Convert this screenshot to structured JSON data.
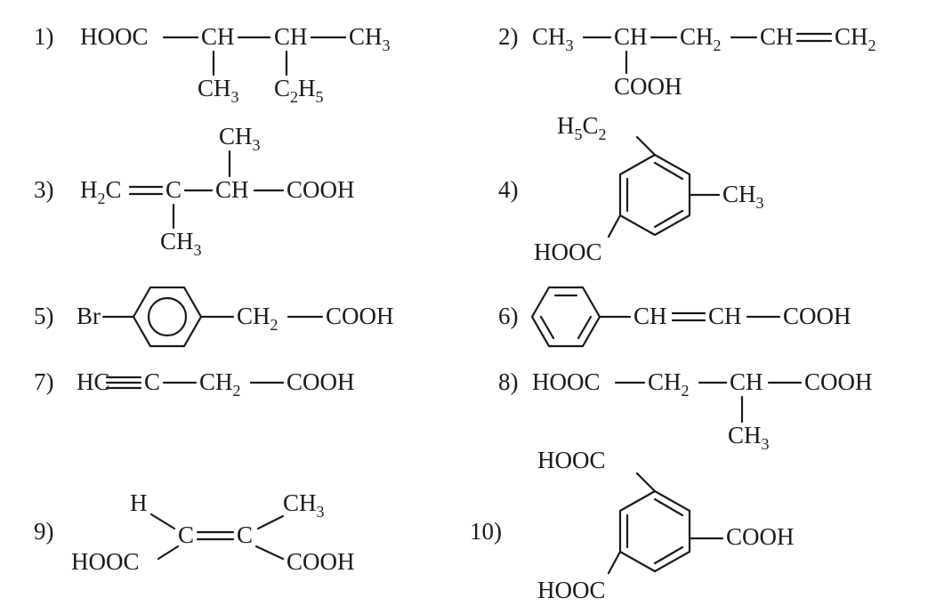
{
  "structures": [
    {
      "number": "1)",
      "texts": {
        "hooc": "HOOC",
        "ch_a": "CH",
        "ch_b": "CH",
        "ch3": "CH",
        "ch3_sub": "3",
        "me": "CH",
        "me_sub": "3",
        "et_c": "C",
        "et_c_sub": "2",
        "et_h": "H",
        "et_h_sub": "5"
      }
    },
    {
      "number": "2)",
      "texts": {
        "ch3": "CH",
        "ch3_sub": "3",
        "ch": "CH",
        "ch2": "CH",
        "ch2_sub": "2",
        "ch_v": "CH",
        "ch2_end": "CH",
        "ch2_end_sub": "2",
        "cooh": "COOH"
      }
    },
    {
      "number": "3)",
      "texts": {
        "h2c_h": "H",
        "h2c_sub": "2",
        "h2c_c": "C",
        "c": "C",
        "ch": "CH",
        "cooh": "COOH",
        "top": "CH",
        "top_sub": "3",
        "bottom": "CH",
        "bottom_sub": "3"
      }
    },
    {
      "number": "4)",
      "texts": {
        "et_h": "H",
        "et_h_sub": "5",
        "et_c": "C",
        "et_c_sub": "2",
        "ch3": "CH",
        "ch3_sub": "3",
        "hooc": "HOOC"
      }
    },
    {
      "number": "5)",
      "texts": {
        "br": "Br",
        "ch2": "CH",
        "ch2_sub": "2",
        "cooh": "COOH"
      }
    },
    {
      "number": "6)",
      "texts": {
        "ch_a": "CH",
        "ch_b": "CH",
        "cooh": "COOH"
      }
    },
    {
      "number": "7)",
      "texts": {
        "hc": "HC",
        "c": "C",
        "ch2": "CH",
        "ch2_sub": "2",
        "cooh": "COOH"
      }
    },
    {
      "number": "8)",
      "texts": {
        "hooc": "HOOC",
        "ch2": "CH",
        "ch2_sub": "2",
        "ch": "CH",
        "cooh": "COOH",
        "me": "CH",
        "me_sub": "3"
      }
    },
    {
      "number": "9)",
      "texts": {
        "h": "H",
        "ch3": "CH",
        "ch3_sub": "3",
        "c_left": "C",
        "c_right": "C",
        "hooc": "HOOC",
        "cooh": "COOH"
      }
    },
    {
      "number": "10)",
      "texts": {
        "hooc_top": "HOOC",
        "cooh": "COOH",
        "hooc_bottom": "HOOC"
      }
    }
  ]
}
